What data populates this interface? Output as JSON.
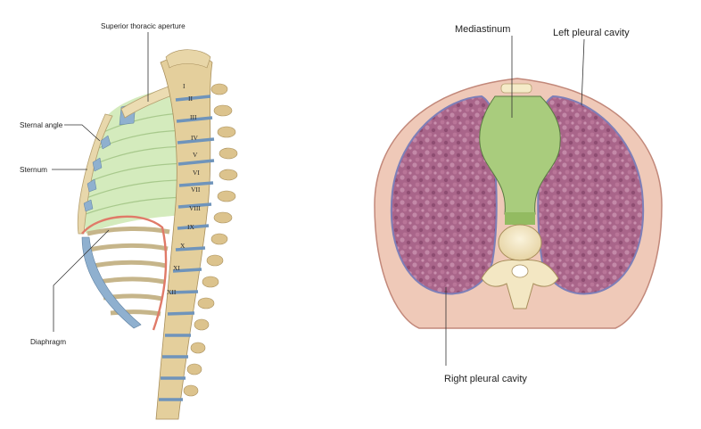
{
  "left_figure": {
    "labels": {
      "superior_thoracic_aperture": "Superior thoracic aperture",
      "sternal_angle": "Sternal angle",
      "sternum": "Sternum",
      "diaphragm": "Diaphragm"
    },
    "rib_numerals": [
      "I",
      "II",
      "III",
      "IV",
      "V",
      "VI",
      "VII",
      "VIII",
      "IX",
      "X",
      "XI",
      "XII"
    ]
  },
  "right_figure": {
    "labels": {
      "mediastinum": "Mediastinum",
      "left_pleural_cavity": "Left pleural cavity",
      "right_pleural_cavity": "Right pleural cavity"
    }
  },
  "colors": {
    "bone": "#ecdcb2",
    "cartilage": "#8fb0cf",
    "thoracic_cavity_green": "#cfe8b6",
    "mediastinum_green": "#a9cc7d",
    "lung_purple": "#a35f84",
    "body_wall": "#efc9b8",
    "diaphragm_red": "#e07a68"
  }
}
